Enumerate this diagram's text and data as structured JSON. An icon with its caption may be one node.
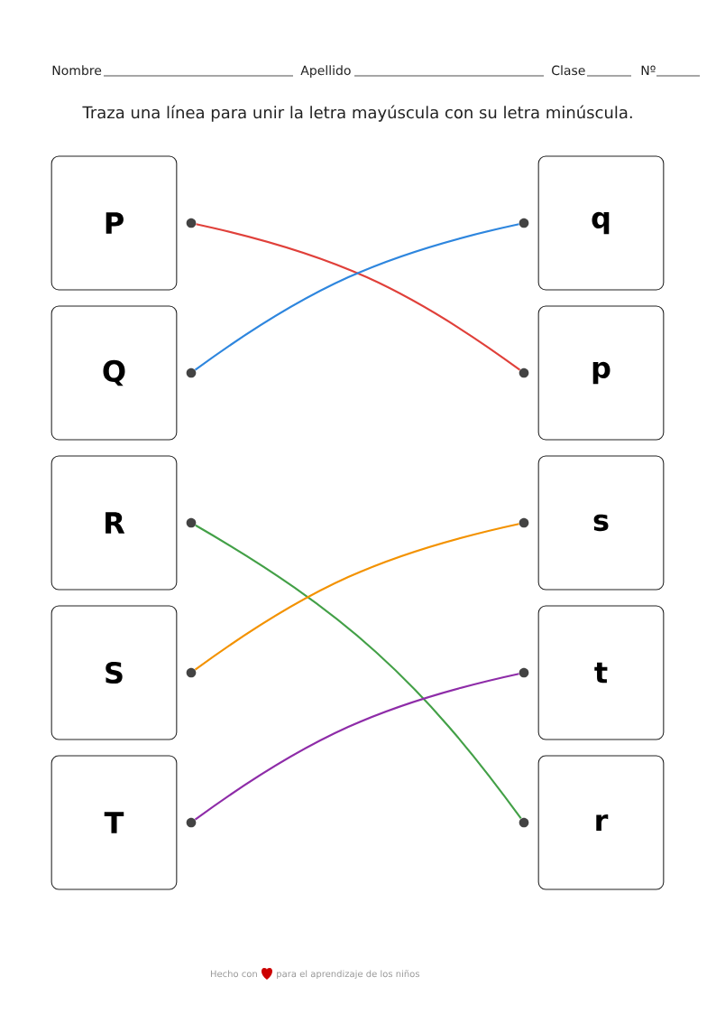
{
  "diagram": {
    "title": "Traza una línea para unir la letra mayúscula con su letra minúscula.",
    "nodes": [
      {
        "text": [
          "P"
        ]
      },
      {
        "text": [
          "Q"
        ]
      },
      {
        "text": [
          "R"
        ]
      },
      {
        "text": [
          "S"
        ]
      },
      {
        "text": [
          "T"
        ]
      },
      {
        "text": [
          "q"
        ]
      },
      {
        "text": [
          "p"
        ]
      },
      {
        "text": [
          "s"
        ]
      },
      {
        "text": [
          "t"
        ]
      },
      {
        "text": [
          "r"
        ]
      },
      {
        "text": [],
        "shape": "circle"
      },
      {
        "text": [],
        "shape": "circle"
      },
      {
        "text": [],
        "shape": "circle"
      },
      {
        "text": [],
        "shape": "circle"
      },
      {
        "text": [],
        "shape": "circle"
      },
      {
        "text": [],
        "shape": "circle"
      },
      {
        "text": [],
        "shape": "circle"
      },
      {
        "text": [],
        "shape": "circle"
      },
      {
        "text": [],
        "shape": "circle"
      },
      {
        "text": [],
        "shape": "circle"
      }
    ],
    "edges": [
      {
        "from": 10,
        "to": 16,
        "arrow": "none",
        "color": "#e0403a"
      },
      {
        "from": 11,
        "to": 15,
        "arrow": "none",
        "color": "#2e86de"
      },
      {
        "from": 12,
        "to": 19,
        "arrow": "none",
        "color": "#43a047"
      },
      {
        "from": 13,
        "to": 17,
        "arrow": "none",
        "color": "#f39200"
      },
      {
        "from": 14,
        "to": 18,
        "arrow": "none",
        "color": "#8e2ca8"
      }
    ],
    "labels": [
      "Nombre",
      "Apellido",
      "Clase",
      "Nº",
      "Hecho con",
      "para el aprendizaje de los niños"
    ]
  }
}
